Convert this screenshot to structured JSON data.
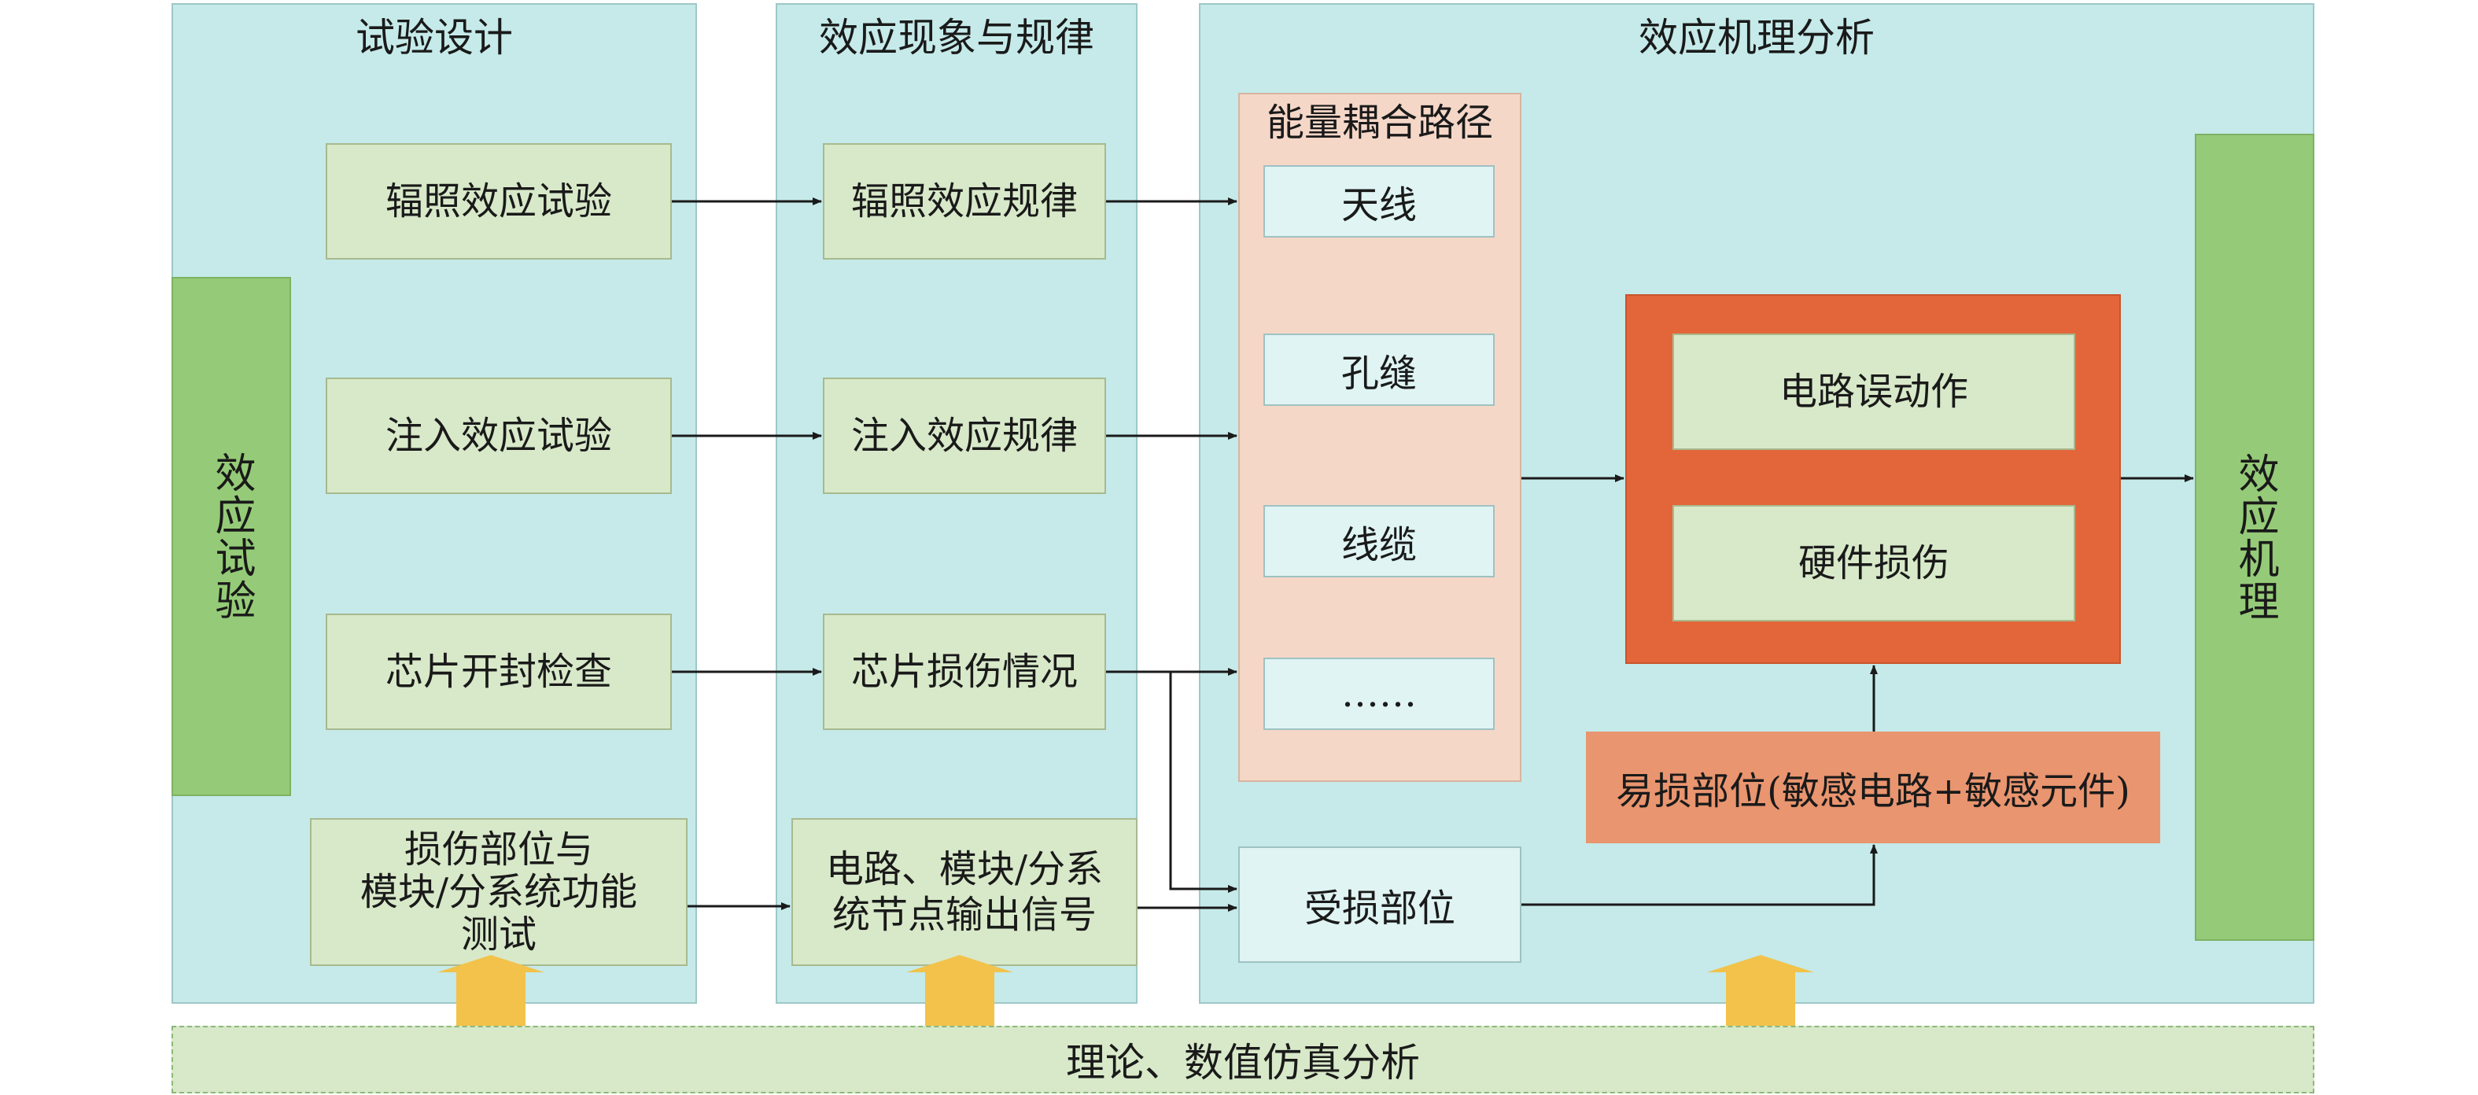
{
  "panels": {
    "design": "试验设计",
    "phenomena": "效应现象与规律",
    "mechanism": "效应机理分析"
  },
  "left_bar": "效应试验",
  "right_bar": "效应机理",
  "design_items": [
    "辐照效应试验",
    "注入效应试验",
    "芯片开封检查",
    "损伤部位与\n模块/分系统功能\n测试"
  ],
  "phenomena_items": [
    "辐照效应规律",
    "注入效应规律",
    "芯片损伤情况",
    "电路、模块/分系\n统节点输出信号"
  ],
  "coupling": {
    "title": "能量耦合路径",
    "items": [
      "天线",
      "孔缝",
      "线缆",
      "……"
    ]
  },
  "damaged_part": "受损部位",
  "effects": [
    "电路误动作",
    "硬件损伤"
  ],
  "vulnerable": "易损部位(敏感电路+敏感元件)",
  "bottom_bar": "理论、数值仿真分析",
  "colors": {
    "panel": "#c5eae9",
    "green_box": "#d8e9c9",
    "green_bar": "#95cb78",
    "pink_panel": "#f5d7c8",
    "red_frame": "#e3663a",
    "salmon": "#e9956f",
    "yellow_arrow": "#f2c24b"
  }
}
